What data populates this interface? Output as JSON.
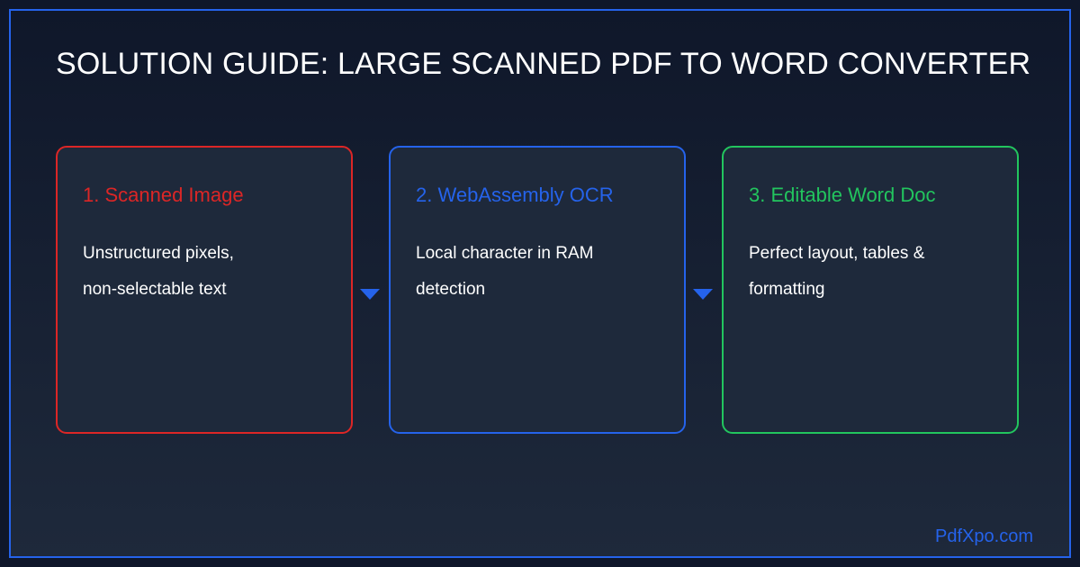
{
  "title": "SOLUTION GUIDE: LARGE SCANNED PDF TO WORD CONVERTER",
  "colors": {
    "background": "#0f172a",
    "card_background": "#1e293b",
    "accent_blue": "#2563eb",
    "step1": "#dc2626",
    "step2": "#2563eb",
    "step3": "#22c55e",
    "text": "#ffffff"
  },
  "steps": [
    {
      "title": "1. Scanned Image",
      "lines": [
        "Unstructured pixels,",
        "non-selectable text"
      ]
    },
    {
      "title": "2. WebAssembly OCR",
      "lines": [
        "Local character in RAM",
        "detection"
      ]
    },
    {
      "title": "3. Editable Word Doc",
      "lines": [
        "Perfect layout, tables &",
        "formatting"
      ]
    }
  ],
  "connectors": [
    {
      "icon": "triangle-down-arrow-icon"
    },
    {
      "icon": "triangle-down-arrow-icon"
    }
  ],
  "brand": "PdfXpo.com"
}
